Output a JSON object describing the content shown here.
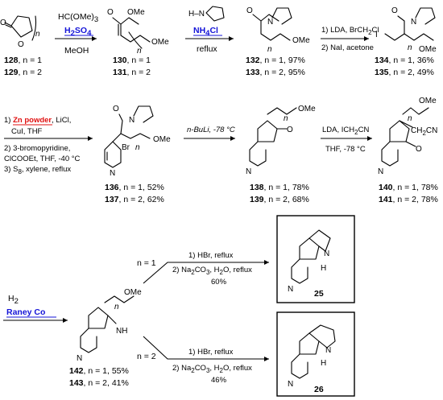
{
  "compounds": {
    "c128": "128",
    "c129": "129",
    "c130": "130",
    "c131": "131",
    "c132": "132",
    "c133": "133",
    "c134": "134",
    "c135": "135",
    "c136": "136",
    "c137": "137",
    "c138": "138",
    "c139": "139",
    "c140": "140",
    "c141": "141",
    "c142": "142",
    "c143": "143",
    "c25": "25",
    "c26": "26"
  },
  "labels": {
    "n1": ", n = 1",
    "n2": ", n = 2",
    "y132": ", n = 1, 97%",
    "y133": ", n = 2, 95%",
    "y134": ", n = 1, 36%",
    "y135": ", n = 2, 49%",
    "y136": ", n = 1, 52%",
    "y137": ", n = 2, 62%",
    "y138": ", n = 1, 78%",
    "y139": ", n = 2, 68%",
    "y140": ", n = 1, 78%",
    "y141": ", n = 2, 78%",
    "y142": ", n = 1, 55%",
    "y143": ", n = 2, 41%"
  },
  "reagents": {
    "s1_top": "HC(OMe)",
    "s1_sub": "3",
    "s1_h2so4": "H",
    "s1_h2so4_sub1": "2",
    "s1_h2so4_mid": "SO",
    "s1_h2so4_sub2": "4",
    "s1_bottom": "MeOH",
    "s2_nh4cl": "NH",
    "s2_nh4cl_sub": "4",
    "s2_nh4cl_end": "Cl",
    "s2_bottom": "reflux",
    "s3_line1": "1) LDA, BrCH",
    "s3_line1_sub": "2",
    "s3_line1_end": "Cl",
    "s3_line2": "2) NaI, acetone",
    "s4_line1_pre": "1) ",
    "s4_line1_red": "Zn powder",
    "s4_line1_post": ", LiCl,",
    "s4_line2": "CuI, THF",
    "s4_line3": "2) 3-bromopyridine,",
    "s4_line4": "ClCOOEt, THF, -40 °C",
    "s4_line5": "3) S",
    "s4_line5_sub": "8",
    "s4_line5_end": ", xylene, reflux",
    "s5_top": "n-BuLi, -78 °C",
    "s6_top": "LDA, ICH",
    "s6_top_sub": "2",
    "s6_top_end": "CN",
    "s6_bottom": "THF, -78 °C",
    "s7_top": "H",
    "s7_top_sub": "2",
    "s7_bottom": "Raney Co",
    "s8_branch": "n = 1",
    "s8_line1": "1) HBr, reflux",
    "s8_line2": "2) Na",
    "s8_line2_sub1": "2",
    "s8_line2_mid": "CO",
    "s8_line2_sub2": "3",
    "s8_line2_end": ", H",
    "s8_line2_sub3": "2",
    "s8_line2_end2": "O, reflux",
    "s8_yield": "60%",
    "s9_branch": "n = 2",
    "s9_line1": "1) HBr, reflux",
    "s9_yield": "46%"
  },
  "atoms": {
    "O": "O",
    "OMe": "OMe",
    "N": "N",
    "H": "H",
    "NH": "NH",
    "I": "I",
    "Br": "Br",
    "CN": "CN",
    "CH2CN_pre": "CH",
    "CH2CN_sub": "2",
    "CH2CN_end": "CN",
    "n": "n",
    "HN": "H–N"
  },
  "colors": {
    "red": "#e01010",
    "blue": "#1414d8"
  }
}
